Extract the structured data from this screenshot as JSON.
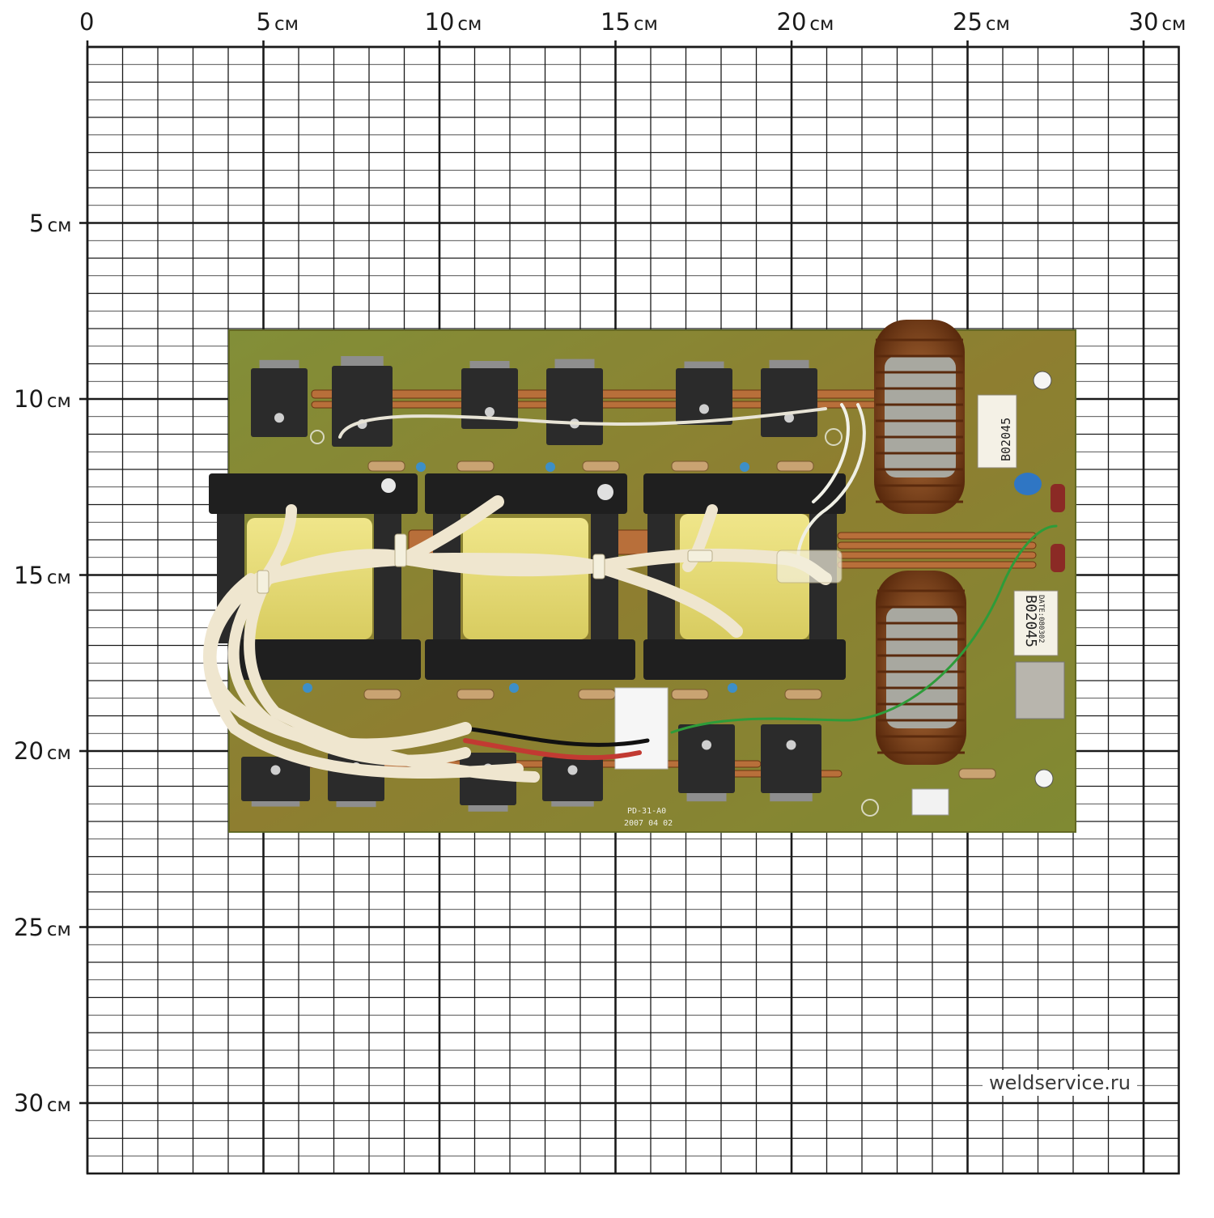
{
  "grid": {
    "unit": "см",
    "x_ticks": [
      "0",
      "5",
      "10",
      "15",
      "20",
      "25",
      "30"
    ],
    "y_ticks": [
      "5",
      "10",
      "15",
      "20",
      "25",
      "30"
    ],
    "x_range_cm": [
      0,
      31
    ],
    "y_range_cm": [
      0,
      32
    ],
    "minor_step_cm": 1,
    "major_step_cm": 5
  },
  "watermark": "weldservice.ru",
  "board": {
    "silkscreen_model": "PD-31-A0",
    "silkscreen_date": "2007 04 02",
    "label_top": "B02045",
    "label_bottom": "B02045",
    "label_bottom_date": "DATE:080302"
  },
  "colors": {
    "pcb_green": "#6f9a3c",
    "pcb_brown": "#8d6d2a",
    "copper": "#8a4a1e",
    "transistor": "#2b2b2b",
    "transformer_tape": "#e9e07a",
    "sleeve": "#efe6cf",
    "grid_line": "#1a1a1a"
  }
}
